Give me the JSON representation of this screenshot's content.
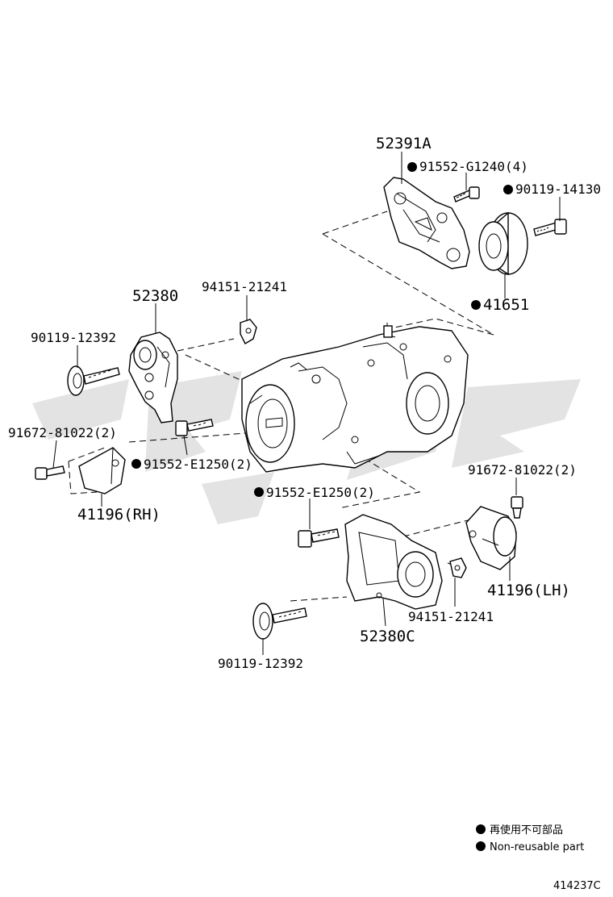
{
  "labels": {
    "p52391A": "52391A",
    "p91552_G1240": "91552-G1240(4)",
    "p90119_14130": "90119-14130",
    "p41651": "41651",
    "p94151_top": "94151-21241",
    "p52380": "52380",
    "p90119_left": "90119-12392",
    "p91672_left": "91672-81022(2)",
    "p91552_E1250_left": "91552-E1250(2)",
    "p41196_RH": "41196(RH)",
    "p91552_E1250_mid": "91552-E1250(2)",
    "p91672_right": "91672-81022(2)",
    "p41196_LH": "41196(LH)",
    "p94151_bottom": "94151-21241",
    "p52380C": "52380C",
    "p90119_bottom": "90119-12392"
  },
  "legend": {
    "jp": "再使用不可部品",
    "en": "Non-reusable part"
  },
  "diagram_code": "414237C"
}
